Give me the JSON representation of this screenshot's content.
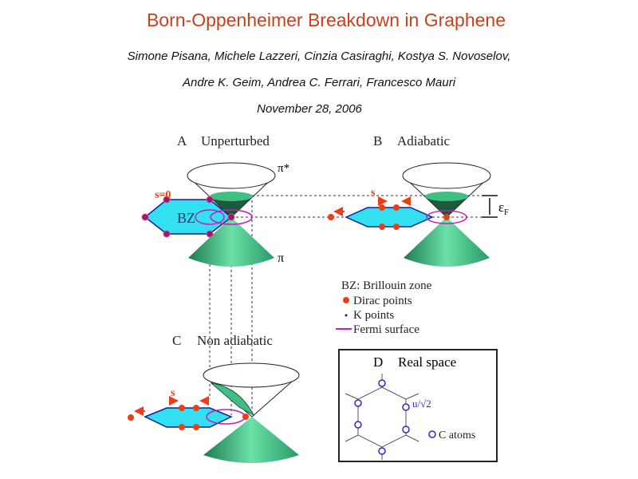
{
  "slide": {
    "title": "Born-Oppenheimer Breakdown in Graphene",
    "authors_line1": "Simone Pisana, Michele Lazzeri, Cinzia Casiraghi, Kostya S. Novoselov,",
    "authors_line2": "Andre K. Geim, Andrea C. Ferrari, Francesco Mauri",
    "date": "November 28, 2006"
  },
  "figure": {
    "panel_a": {
      "letter": "A",
      "label": "Unperturbed",
      "s_label": "s=0",
      "bz_label": "BZ",
      "pi_star": "π*",
      "pi": "π"
    },
    "panel_b": {
      "letter": "B",
      "label": "Adiabatic",
      "s_label": "s",
      "fermi_label": "ε",
      "fermi_sub": "F"
    },
    "panel_c": {
      "letter": "C",
      "label": "Non adiabatic",
      "s_label": "s"
    },
    "panel_d": {
      "letter": "D",
      "label": "Real space",
      "displacement": "u/√2",
      "atoms_label": "C atoms"
    },
    "legend": {
      "bz": "BZ: Brillouin zone",
      "dirac": "Dirac points",
      "k": "K points",
      "fermi": "Fermi surface"
    },
    "colors": {
      "cone": "#3fbf86",
      "bz": "#33e0f0",
      "dirac": "#f03c14",
      "k": "#1a1aa0",
      "fermi": "#c020c0",
      "title": "#c8401c"
    }
  }
}
